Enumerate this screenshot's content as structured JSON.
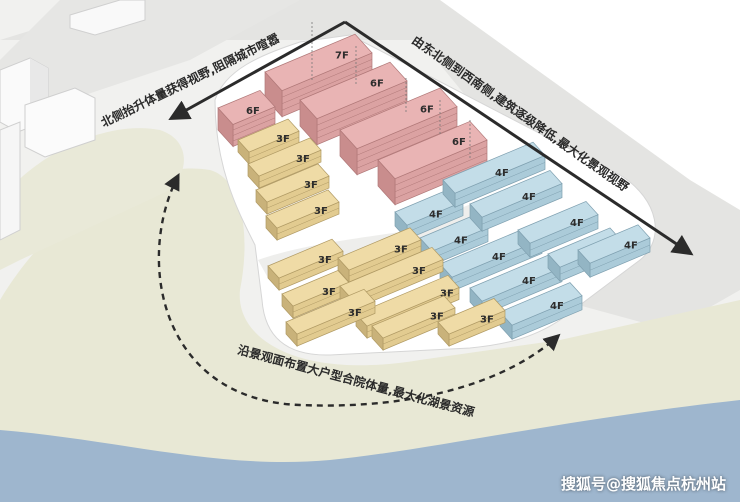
{
  "annotations": {
    "north": "北侧抬升体量获得视野,阻隔城市喧嚣",
    "east": "由东北侧到西南侧,建筑逐级降低,最大化景观视野",
    "south": "沿景观面布置大户型合院体量,最大化湖景资源"
  },
  "floor_labels": {
    "pink_7": "7F",
    "pink_6": "6F",
    "yellow_3": "3F",
    "blue_4": "4F"
  },
  "colors": {
    "pink": "#e9b4b4",
    "yellow": "#efdba6",
    "blue": "#c3dde8",
    "water": "#9fb7cf",
    "lawn": "#e7e7d2",
    "site": "#ffffff",
    "arrow": "#2b2b2b"
  },
  "watermark": "搜狐号@搜狐焦点杭州站"
}
